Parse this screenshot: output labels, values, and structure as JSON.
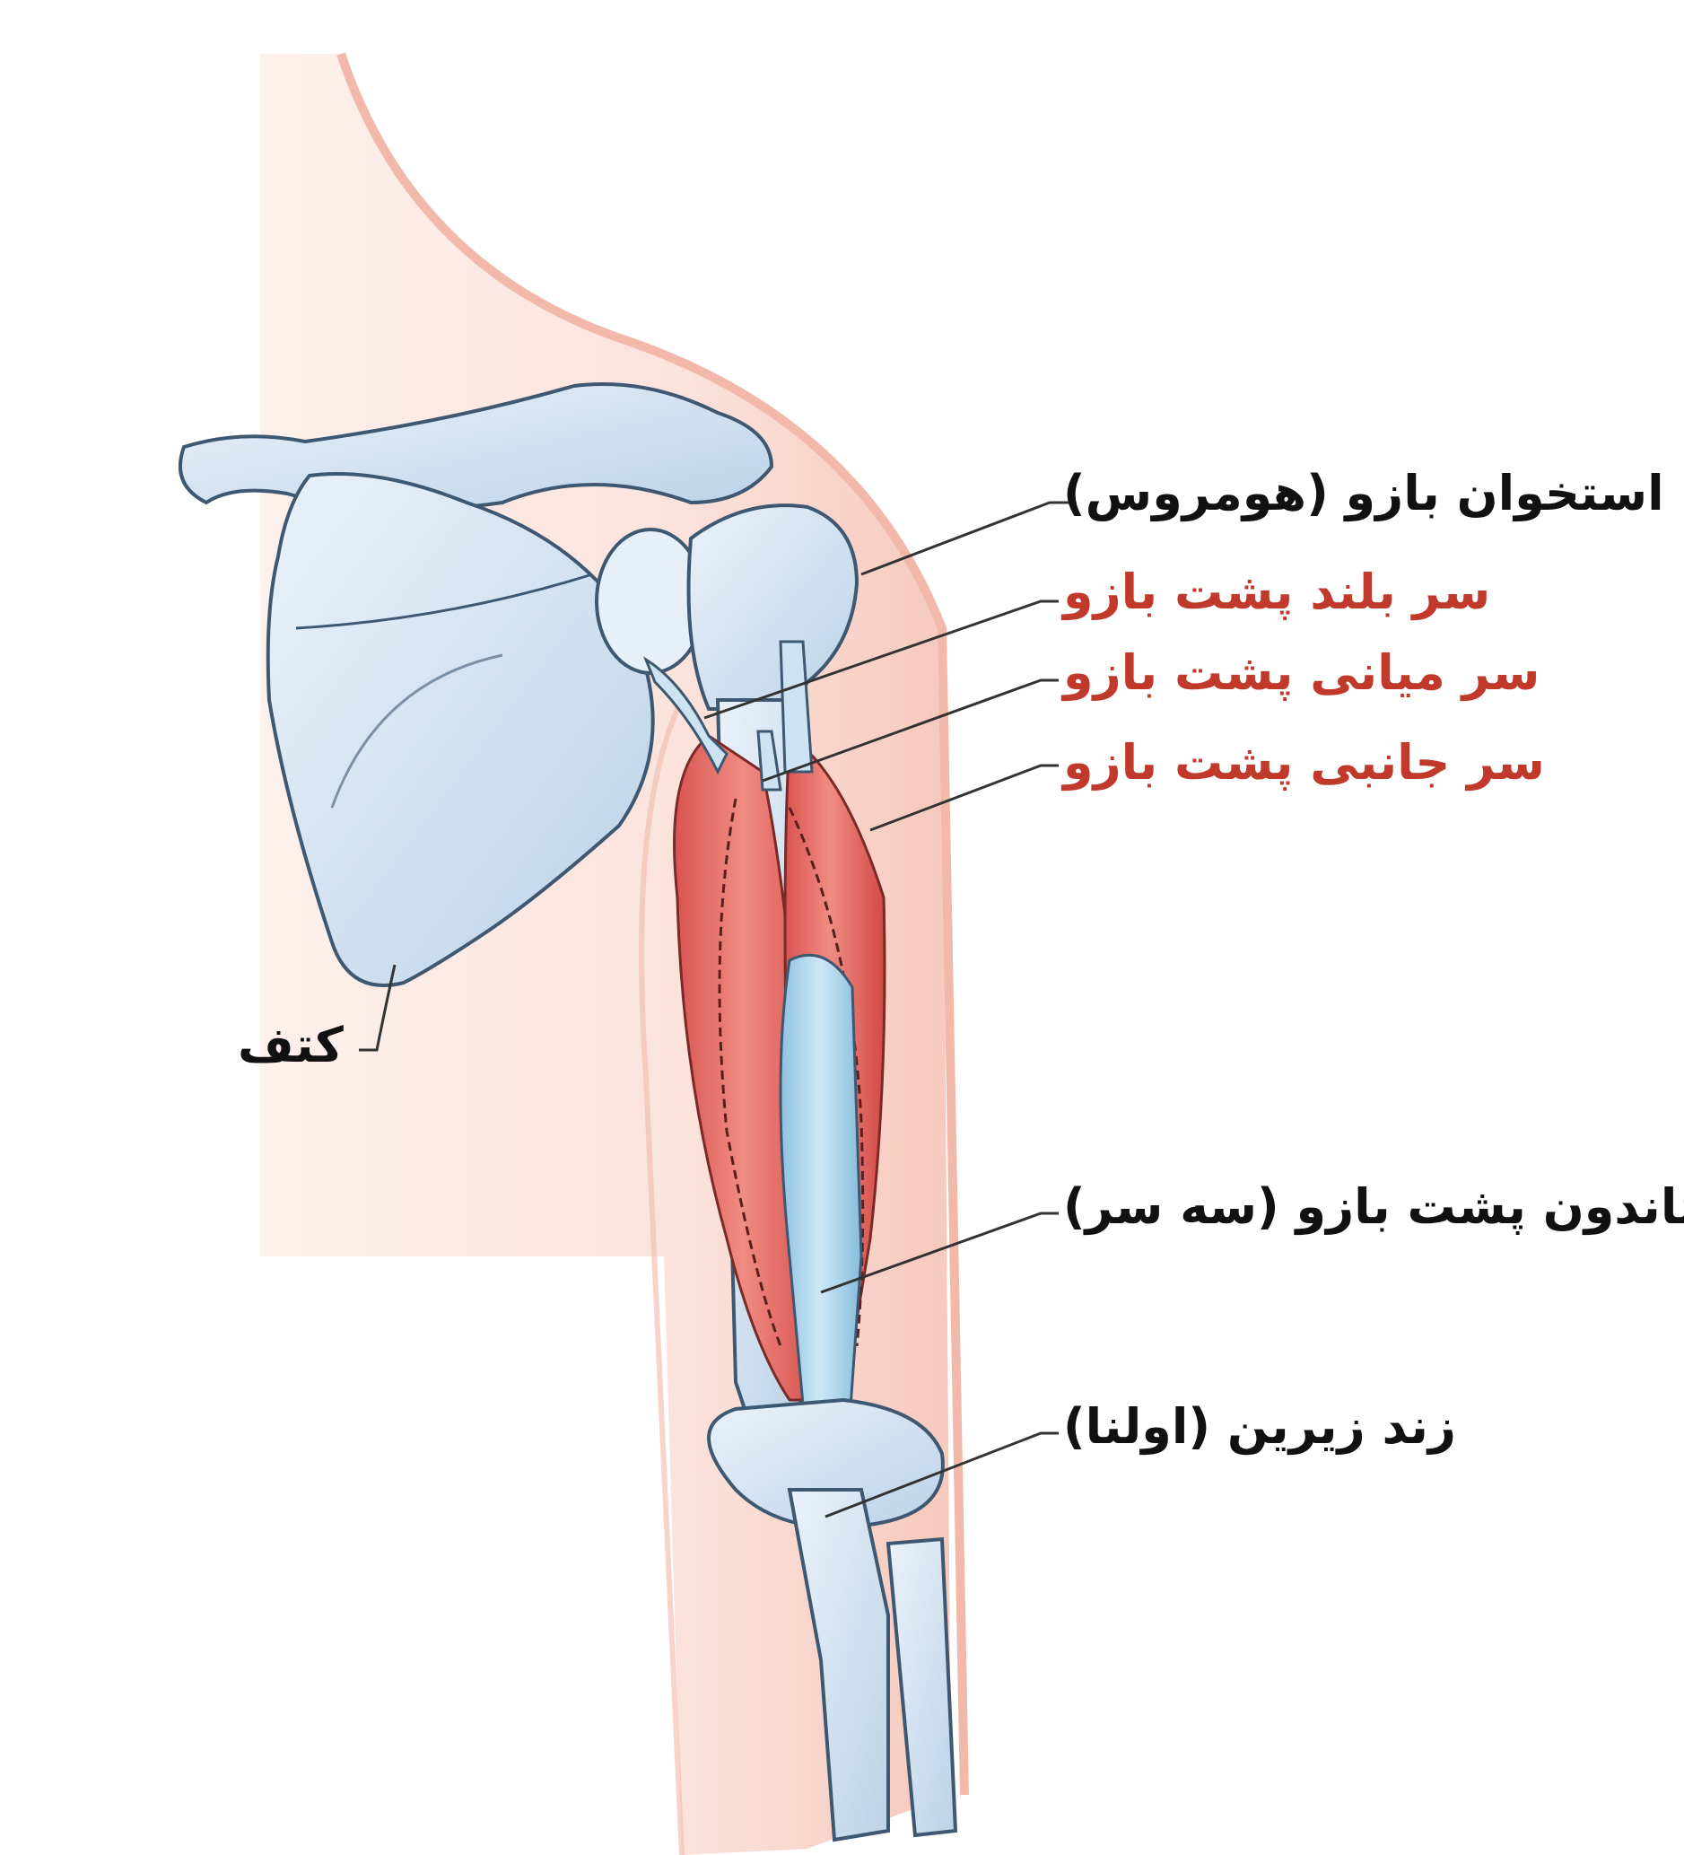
{
  "colors": {
    "skin": "#fbe3dc",
    "skin_edge": "#f2b9aa",
    "skin_outline": "#e9a090",
    "bone": "#d9e6f3",
    "bone_shade": "#b9cfe6",
    "bone_outline": "#3f5872",
    "muscle": "#e0605c",
    "muscle_light": "#f29a8e",
    "tendon": "#a8d3ea",
    "label_black": "#111111",
    "label_red": "#c0392b",
    "leader": "#333333"
  },
  "labels": {
    "humerus": "استخوان بازو  (هومروس)",
    "long_head": "سر بلند پشت بازو",
    "medial_head": "سر میانی پشت بازو",
    "lateral_head": "سر جانبی پشت بازو",
    "triceps_tendon": "تاندون پشت بازو (سه سر)",
    "ulna": "زند زیرین (اولنا)",
    "scapula": "کتف"
  },
  "icons": {
    "anatomy": "arm-shoulder-anatomy-illustration"
  }
}
